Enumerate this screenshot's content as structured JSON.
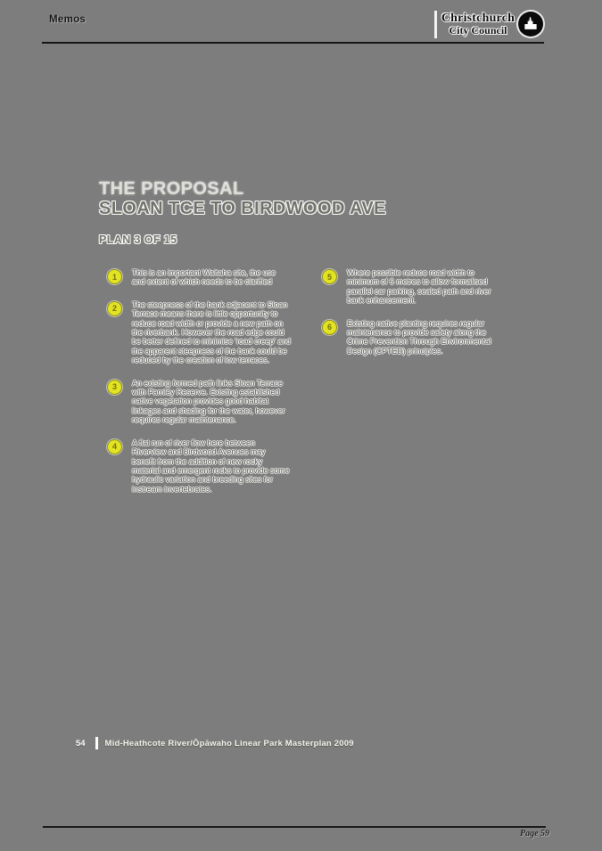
{
  "header": {
    "label": "Memos"
  },
  "logo": {
    "line1": "Christchurch",
    "line2": "City Council",
    "icon": "cathedral-icon"
  },
  "proposal": {
    "title_line1": "THE PROPOSAL",
    "title_line2": "SLOAN TCE TO BIRDWOOD AVE",
    "plan_label": "PLAN 3 OF 15"
  },
  "notes_left": [
    {
      "number": "1",
      "text": "This is an important Waitaha site, the use and extent of which needs to be clarified"
    },
    {
      "number": "2",
      "text": "The steepness of the bank adjacent to Sloan Terrace means there is little opportunity to reduce road width or provide a new path on the riverbank. However the road edge could be better defined to minimise 'road creep' and the apparent steepness of the bank could be reduced by the creation of low terraces."
    },
    {
      "number": "3",
      "text": "An existing formed path links Sloan Terrace with Farnley Reserve. Existing established native vegetation provides good habitat linkages and shading for the water, however requires regular maintenance."
    },
    {
      "number": "4",
      "text": "A flat run of river flow here between Riverview and Birdwood Avenues may benefit from the addition of new rocky material and emergent rocks to provide some hydraulic variation and breeding sites for instream invertebrates."
    }
  ],
  "notes_right": [
    {
      "number": "5",
      "text": "Where possible reduce road width to minimum of 6 metres to allow formalised parallel car parking, sealed path and river bank enhancement."
    },
    {
      "number": "6",
      "text": "Existing native planting requires regular maintenance to provide safety along the Crime Prevention Through Environmental Design (CPTED) principles."
    }
  ],
  "footer": {
    "page_number": "54",
    "document_title": "Mid-Heathcote River/Ōpāwaho Linear Park Masterplan 2009"
  },
  "page_label": "Page 59",
  "colors": {
    "page_background": "#7d7d7d",
    "note_badge": "#e3e325",
    "note_badge_text": "#6e6e09",
    "body_text": "#50504a",
    "rule": "#161616"
  }
}
